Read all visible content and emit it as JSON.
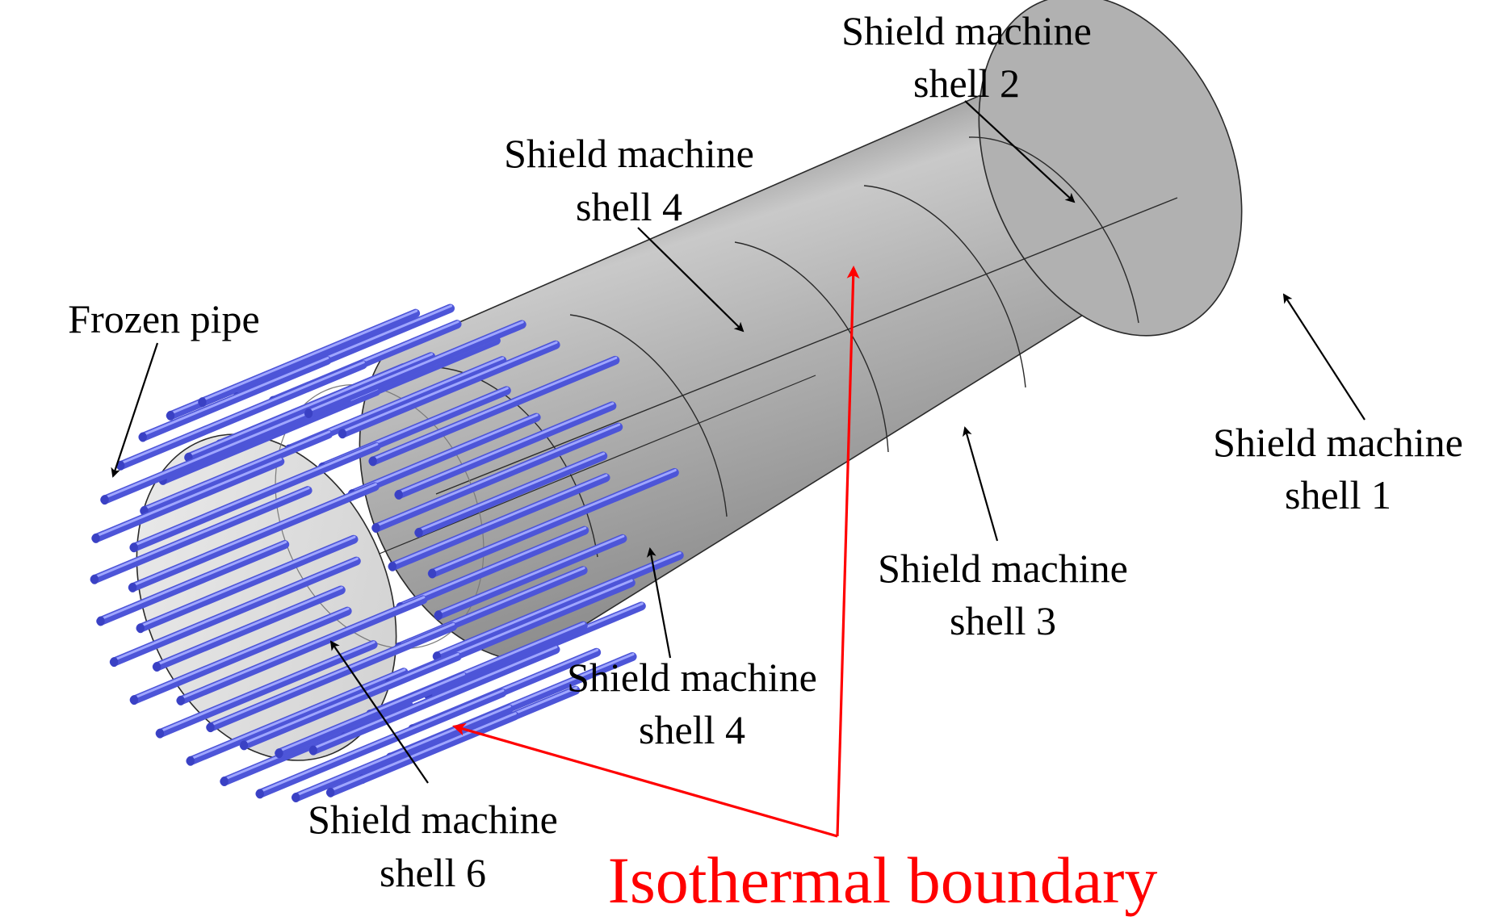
{
  "figure": {
    "labels": {
      "frozen_pipe": "Frozen pipe",
      "shell_2": {
        "line1": "Shield machine",
        "line2": "shell 2"
      },
      "shell_4_top": {
        "line1": "Shield machine",
        "line2": "shell 4"
      },
      "shell_1": {
        "line1": "Shield machine",
        "line2": "shell 1"
      },
      "shell_3": {
        "line1": "Shield machine",
        "line2": "shell 3"
      },
      "shell_4_bottom": {
        "line1": "Shield machine",
        "line2": "shell 4"
      },
      "shell_6": {
        "line1": "Shield machine",
        "line2": "shell 6"
      },
      "isothermal": "Isothermal boundary"
    },
    "colors": {
      "background": "#ffffff",
      "shell_fill": "#a4a4a4",
      "shell_highlight": "#cdcdcd",
      "shell_edge": "#2a2a2a",
      "end_face": "#dcdcdc",
      "pipe": "#4d55d8",
      "pipe_highlight": "#9fa6ff",
      "annotation_arrow": "#000000",
      "isothermal_arrow": "#ff0000",
      "isothermal_text": "#ff0000"
    }
  }
}
